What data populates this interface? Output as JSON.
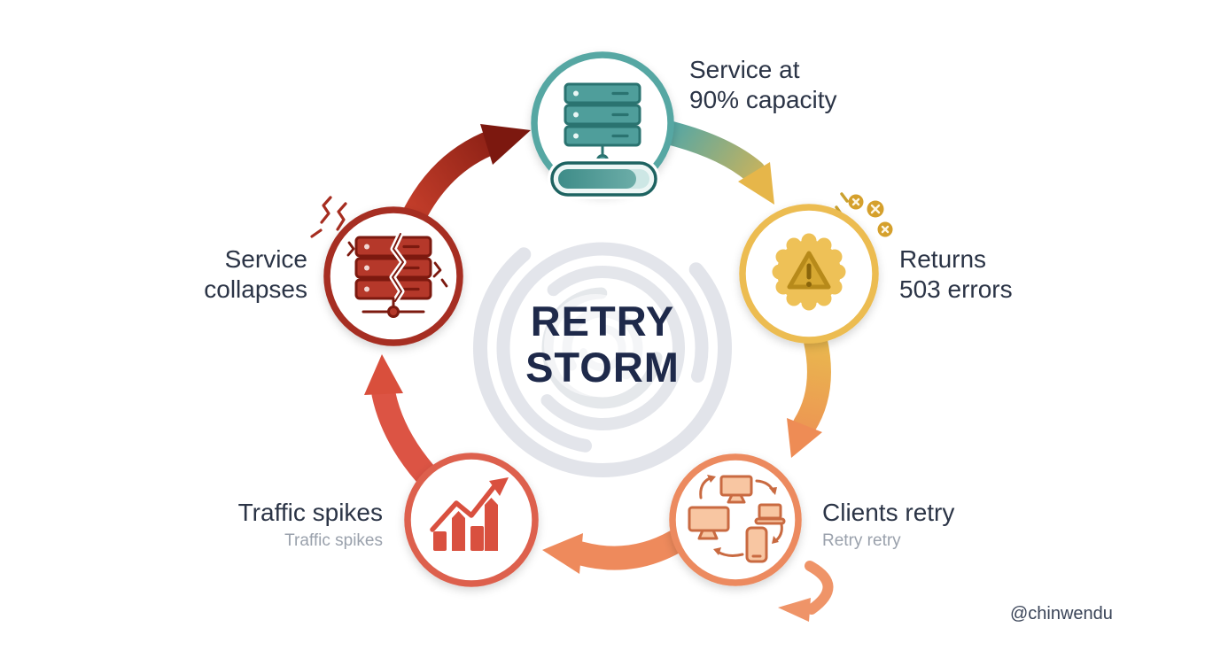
{
  "center": {
    "title_line1": "RETRY",
    "title_line2": "STORM"
  },
  "credit": "@chinwendu",
  "nodes": [
    {
      "name": "service-at-capacity",
      "title_line1": "Service at",
      "title_line2": "90% capacity",
      "ring_color": "#57a7a3",
      "icon": "server-stack-icon"
    },
    {
      "name": "returns-503-errors",
      "title_line1": "Returns",
      "title_line2": "503 errors",
      "ring_color": "#ecbc51",
      "icon": "error-badge-icon"
    },
    {
      "name": "clients-retry",
      "title": "Clients retry",
      "subtitle": "Retry retry",
      "ring_color": "#ec8a5e",
      "icon": "devices-sync-icon"
    },
    {
      "name": "traffic-spikes",
      "title": "Traffic spikes",
      "subtitle": "Traffic spikes",
      "ring_color": "#dd614e",
      "icon": "growth-chart-icon"
    },
    {
      "name": "service-collapses",
      "title_line1": "Service",
      "title_line2": "collapses",
      "ring_color": "#a62d20",
      "icon": "server-broken-icon"
    }
  ],
  "colors": {
    "label_text": "#2b3446",
    "subtitle_text": "#9aa1ac",
    "center_text": "#1e294a",
    "swirl": "#d9dce2",
    "background": "#ffffff",
    "arrow_teal": "#57a7a3",
    "arrow_gold": "#e6b64a",
    "arrow_orange": "#ee8a5c",
    "arrow_red": "#d94f3c",
    "arrow_maroon": "#7c180f"
  }
}
